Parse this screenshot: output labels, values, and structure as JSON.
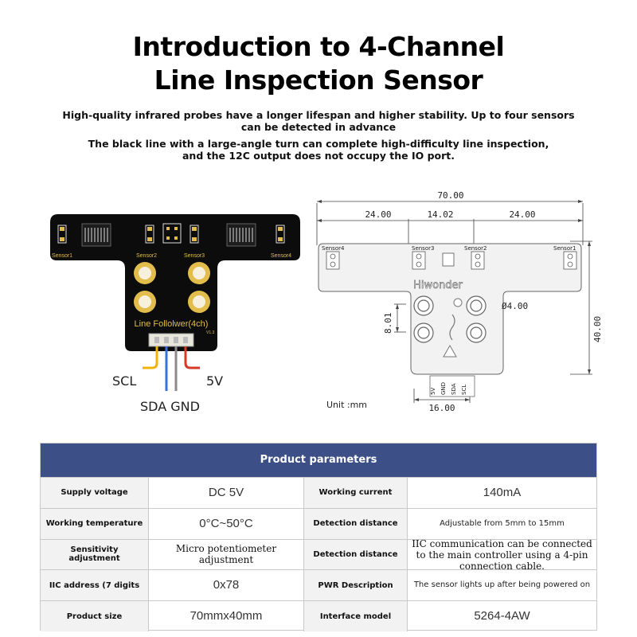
{
  "title": {
    "line1": "Introduction to 4-Channel",
    "line2": "Line Inspection Sensor"
  },
  "description": {
    "line1": "High-quality infrared probes have a longer lifespan and higher stability. Up to four sensors",
    "line2": "can be detected in advance",
    "line3": "The black line with a large-angle turn can complete high-difficulty line inspection,",
    "line4": "and the 12C output does not occupy the IO port."
  },
  "board": {
    "sensor_labels": [
      "Sensor1",
      "Sensor2",
      "Sensor3",
      "Sensor4"
    ],
    "name": "Line Follolwer(4ch)",
    "version": "V1.3",
    "wires": {
      "scl": "SCL",
      "v5": "5V",
      "sda_gnd": "SDA GND"
    },
    "colors": {
      "pcb": "#0c0c0c",
      "pad": "#e3bd4c",
      "wire_scl": "#f0b400",
      "wire_sda": "#3a6fd8",
      "wire_gnd": "#8a8a8a",
      "wire_5v": "#d43a2a"
    }
  },
  "drawing": {
    "dim_total": "70.00",
    "dim_left": "24.00",
    "dim_mid": "14.02",
    "dim_right": "24.00",
    "dim_height": "40.00",
    "dim_spacing": "8.01",
    "dim_hole": "Ø4.00",
    "dim_connector": "16.00",
    "brand": "Hiwonder",
    "sensor_labels": [
      "Sensor4",
      "Sensor3",
      "Sensor2",
      "Sensor1"
    ],
    "pins": [
      "5V",
      "GND",
      "SDA",
      "SCL"
    ],
    "unit": "Unit :mm"
  },
  "table": {
    "header": "Product parameters",
    "header_color": "#3c5087",
    "rows": [
      {
        "label1": "Supply voltage",
        "value1": "DC 5V",
        "label2": "Working current",
        "value2": "140mA"
      },
      {
        "label1": "Working temperature",
        "value1": "0°C~50°C",
        "label2": "Detection distance",
        "value2": "Adjustable from 5mm to 15mm"
      },
      {
        "label1": "Sensitivity adjustment",
        "value1": "Micro potentiometer adjustment",
        "label2": "Detection distance",
        "value2": "IIC communication can be connected to the main controller using a 4-pin connection cable."
      },
      {
        "label1": "IIC address (7 digits",
        "value1": "0x78",
        "label2": "PWR Description",
        "value2": "The sensor lights up after being powered on"
      },
      {
        "label1": "Product size",
        "value1": "70mmx40mm",
        "label2": "Interface model",
        "value2": "5264-4AW"
      }
    ]
  }
}
